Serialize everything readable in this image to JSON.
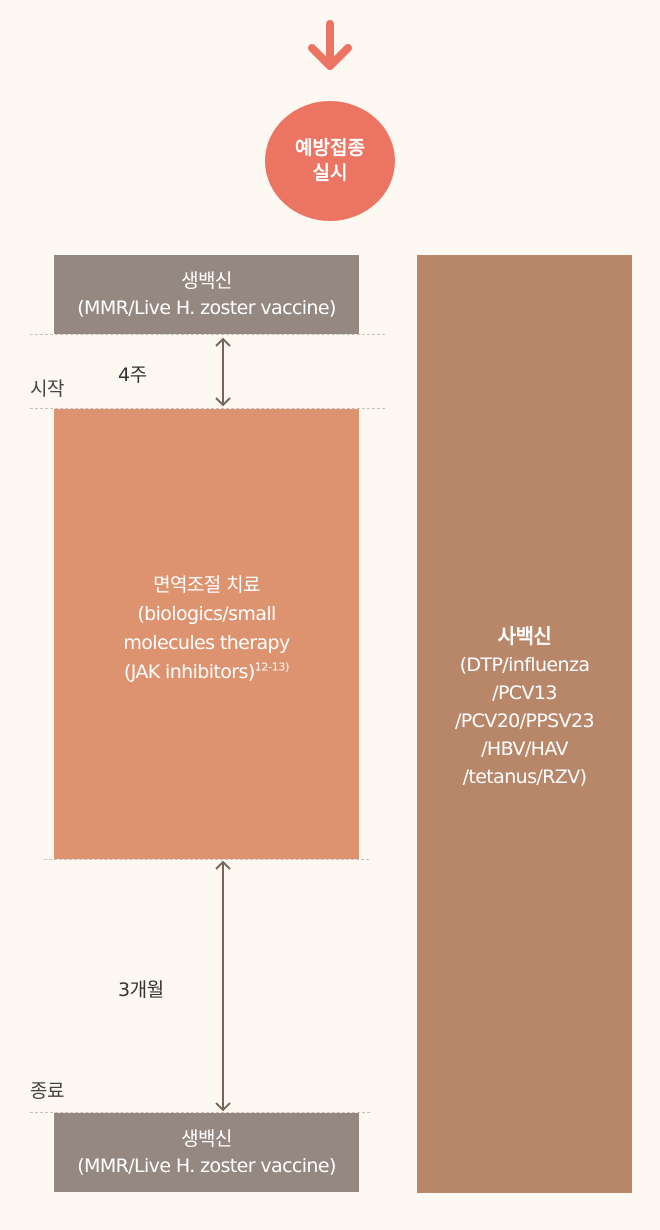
{
  "step": {
    "line1": "예방접종",
    "line2": "실시"
  },
  "live_vaccine_top": {
    "title": "생백신",
    "subtitle": "(MMR/Live H. zoster vaccine)"
  },
  "gap_before": "4주",
  "start_label": "시작",
  "immunomodulatory": {
    "line1": "면역조절 치료",
    "line2": "(biologics/small",
    "line3": "molecules therapy",
    "line4": "(JAK inhibitors)",
    "ref": "12-13)"
  },
  "gap_after": "3개월",
  "end_label": "종료",
  "live_vaccine_bottom": {
    "title": "생백신",
    "subtitle": "(MMR/Live H. zoster vaccine)"
  },
  "inactivated_vaccine": {
    "title": "사백신",
    "lines": [
      "(DTP/influenza",
      "/PCV13",
      "/PCV20/PPSV23",
      "/HBV/HAV",
      "/tetanus/RZV)"
    ]
  },
  "colors": {
    "background": "#fdf8f2",
    "accent_circle": "#ec7462",
    "live_vaccine_box": "#958880",
    "immunomodulatory_box": "#de9370",
    "inactivated_box": "#b8876a",
    "arrow": "#76655b"
  },
  "icons": {
    "down_arrow": "arrow-down-icon",
    "interval_arrow": "double-headed-arrow-icon"
  }
}
